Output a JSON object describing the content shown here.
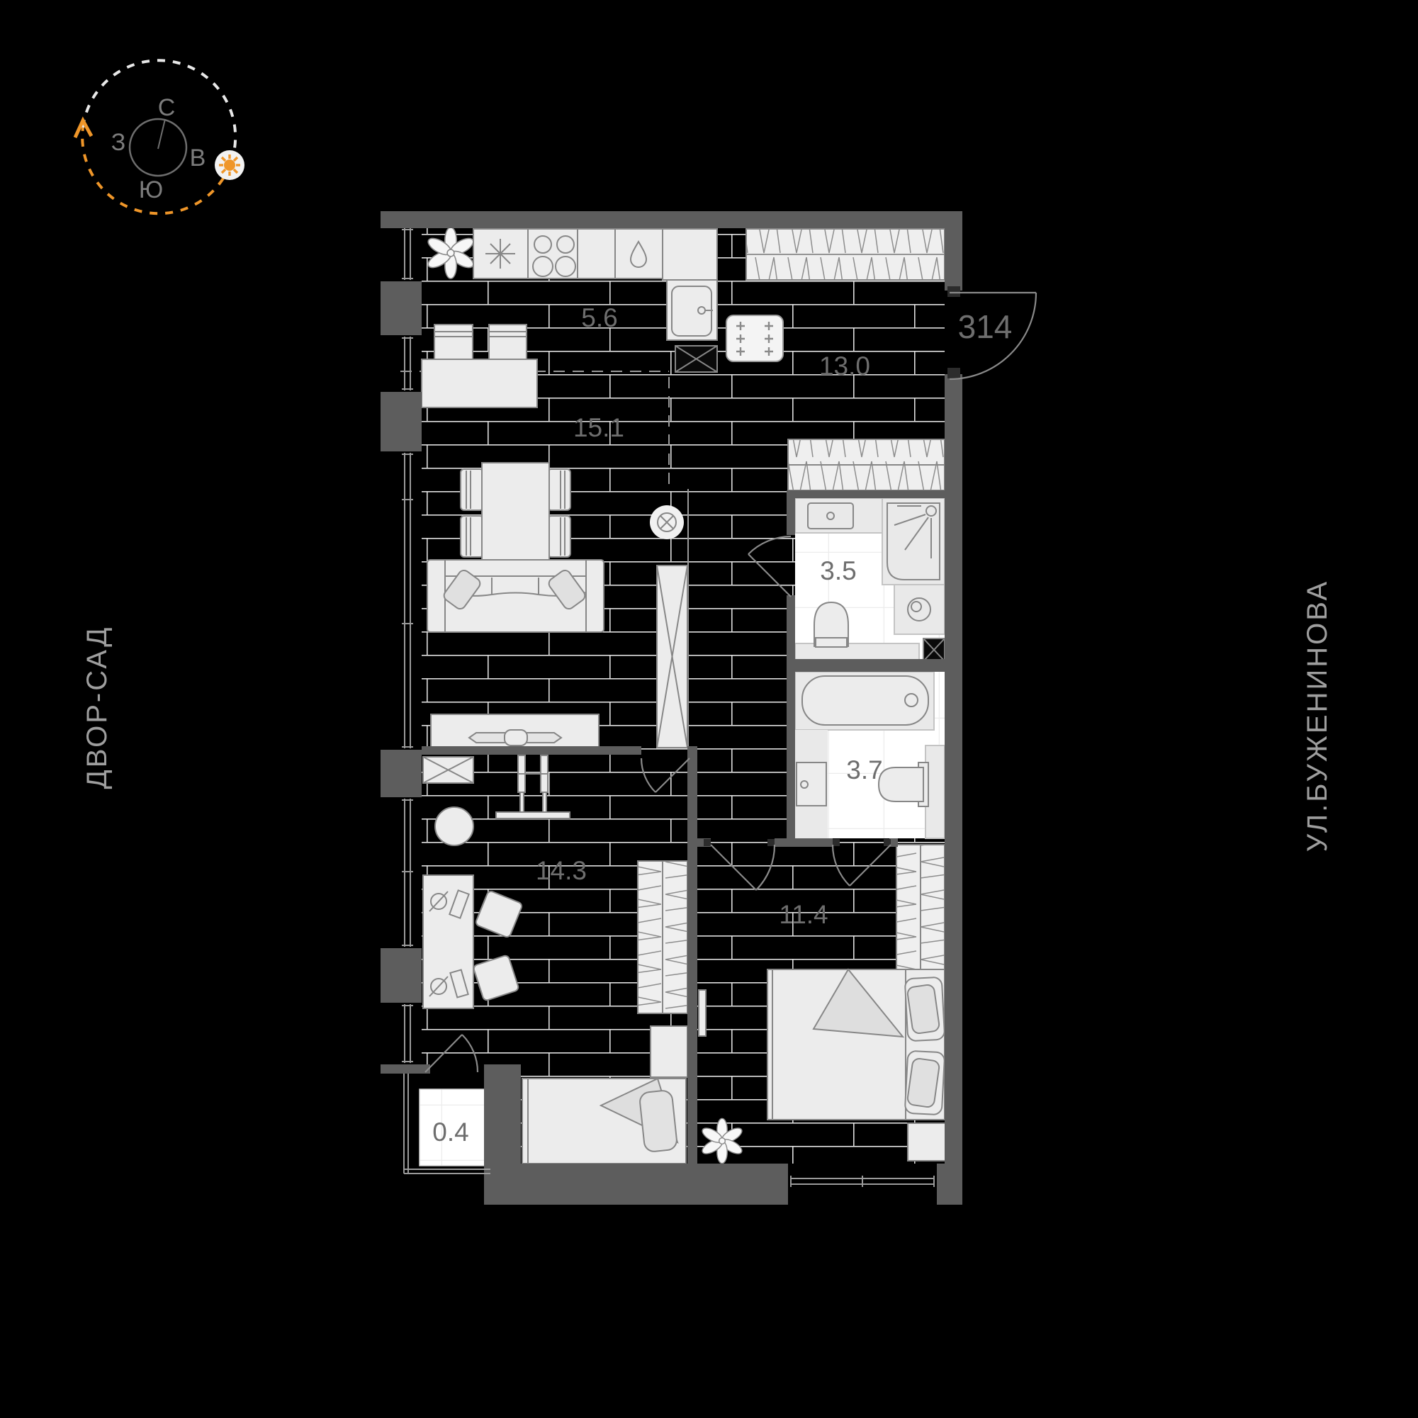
{
  "title": "Floor plan apartment 314",
  "apartment_number": "314",
  "compass": {
    "north": "С",
    "east": "В",
    "south": "Ю",
    "west": "З"
  },
  "streets": {
    "left": "ДВОР-САД",
    "right": "УЛ.БУЖЕНИНОВА"
  },
  "rooms": {
    "kitchen": "5.6",
    "hallway": "13.0",
    "living": "15.1",
    "bathroom_small": "3.5",
    "bathroom_large": "3.7",
    "office": "14.3",
    "bedroom": "11.4",
    "balcony": "0.4"
  },
  "colors": {
    "background": "#000000",
    "wall": "#5d5d5d",
    "furniture": "#ececec",
    "accent_orange": "#ef9629",
    "area_label": "#6e6e6e",
    "street_label": "#9e9e9e"
  }
}
